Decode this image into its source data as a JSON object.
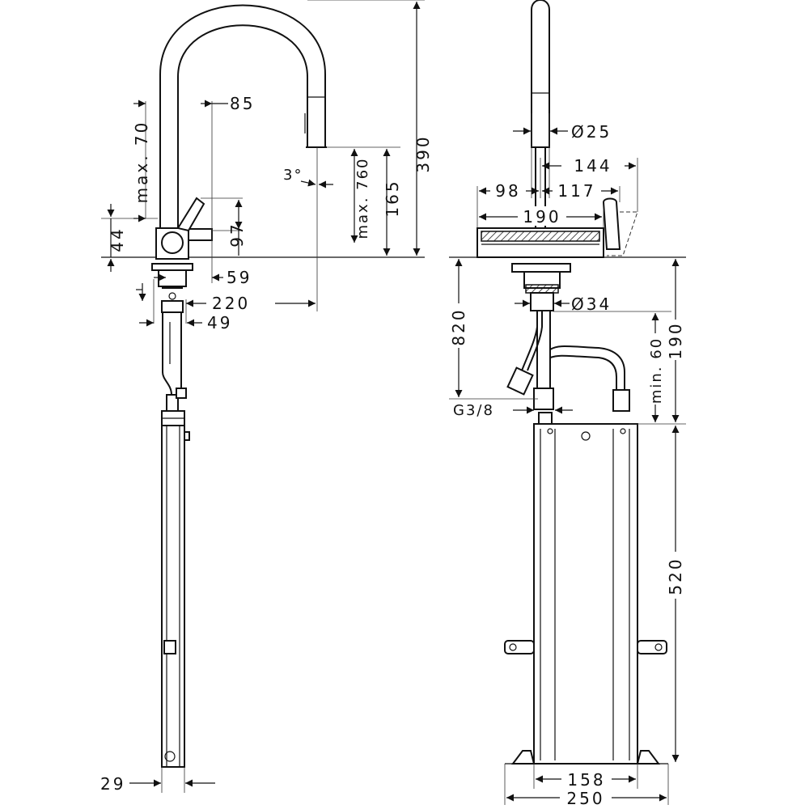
{
  "side_view": {
    "dims": {
      "d390": "390",
      "d85": "85",
      "dmax70": "max. 70",
      "d3deg": "3°",
      "dmax760": "max. 760",
      "d165": "165",
      "d44": "44",
      "d97": "97",
      "d59": "59",
      "d220": "220",
      "d49": "49",
      "d29": "29"
    }
  },
  "front_view": {
    "dims": {
      "d25": "Ø25",
      "d144": "144",
      "d98": "98",
      "d117": "117",
      "d190w": "190",
      "d820": "820",
      "d34": "Ø34",
      "d190h": "190",
      "dmin60": "min. 60",
      "dG38": "G3/8",
      "d520": "520",
      "d158": "158",
      "d250": "250"
    }
  }
}
